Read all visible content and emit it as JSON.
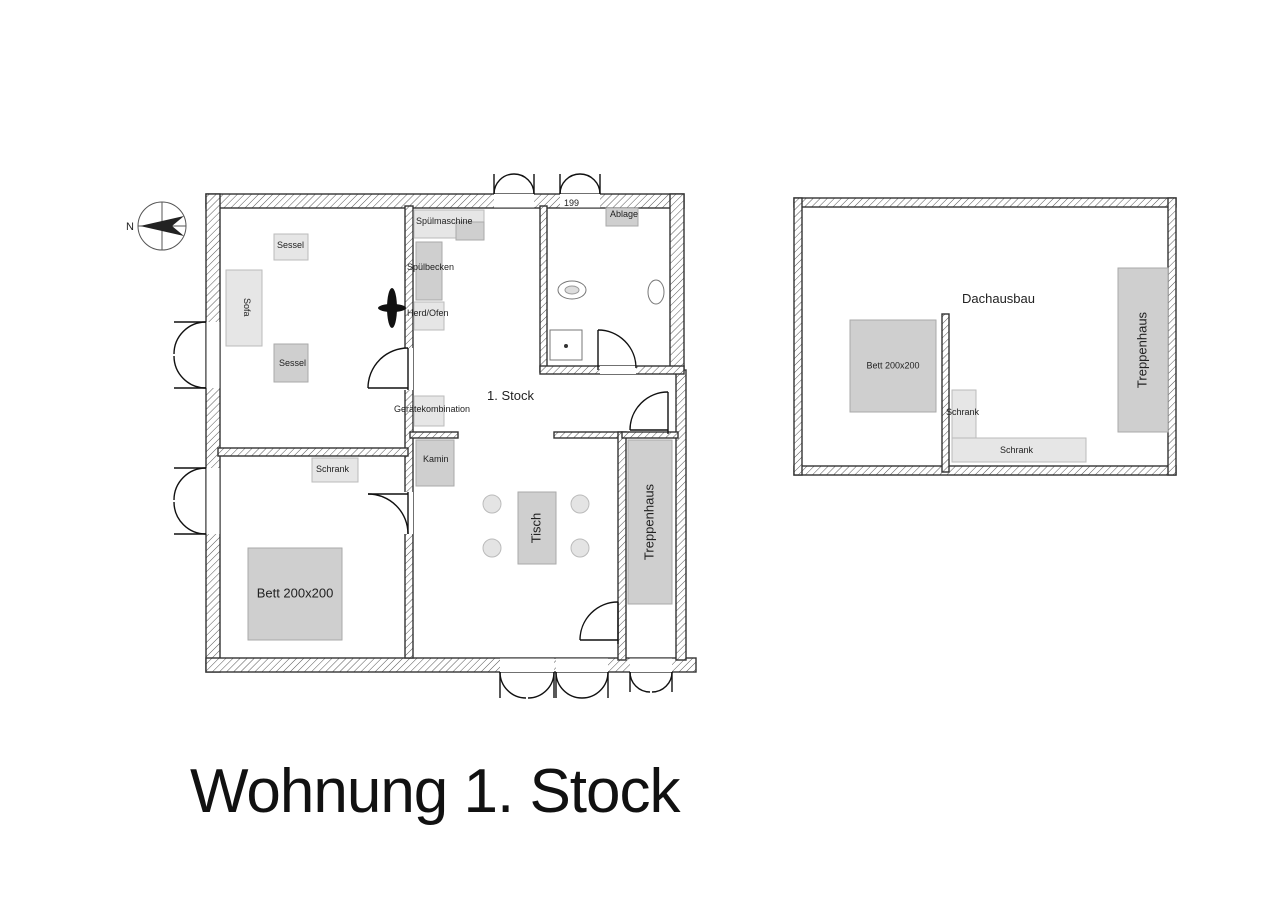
{
  "title": "Wohnung 1. Stock",
  "plan_main": {
    "floor_label": "1. Stock",
    "compass_label": "N",
    "door_width_label": "199",
    "furniture": {
      "sessel_top": "Sessel",
      "sofa": "Sofa",
      "sessel_bottom": "Sessel",
      "spuelmaschine": "Spülmaschine",
      "spuelbecken": "Spülbecken",
      "herd_ofen": "Herd/Ofen",
      "geraetekombination": "Gerätekombination",
      "ablage": "Ablage",
      "kamin": "Kamin",
      "schrank": "Schrank",
      "bett": "Bett 200x200",
      "tisch": "Tisch",
      "treppenhaus": "Treppenhaus"
    }
  },
  "plan_attic": {
    "room_label": "Dachausbau",
    "bett": "Bett 200x200",
    "schrank_a": "Schrank",
    "schrank_b": "Schrank",
    "treppenhaus": "Treppenhaus"
  }
}
